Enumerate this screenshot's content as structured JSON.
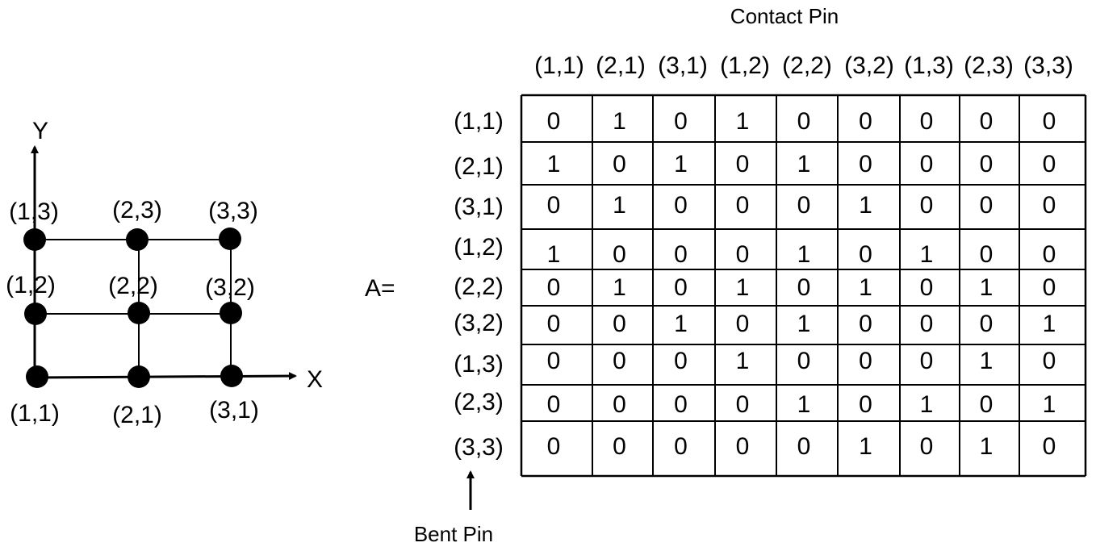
{
  "grid": {
    "y_axis_label": "Y",
    "x_axis_label": "X",
    "nodes": [
      {
        "id": "n11",
        "label": "(1,1)"
      },
      {
        "id": "n21",
        "label": "(2,1)"
      },
      {
        "id": "n31",
        "label": "(3,1)"
      },
      {
        "id": "n12",
        "label": "(1,2)"
      },
      {
        "id": "n22",
        "label": "(2,2)"
      },
      {
        "id": "n32",
        "label": "(3,2)"
      },
      {
        "id": "n13",
        "label": "(1,3)"
      },
      {
        "id": "n23",
        "label": "(2,3)"
      },
      {
        "id": "n33",
        "label": "(3,3)"
      }
    ]
  },
  "matrix": {
    "name_label": "A=",
    "column_header_title": "Contact Pin",
    "row_header_title": "Bent Pin",
    "column_labels": [
      "(1,1)",
      "(2,1)",
      "(3,1)",
      "(1,2)",
      "(2,2)",
      "(3,2)",
      "(1,3)",
      "(2,3)",
      "(3,3)"
    ],
    "row_labels": [
      "(1,1)",
      "(2,1)",
      "(3,1)",
      "(1,2)",
      "(2,2)",
      "(3,2)",
      "(1,3)",
      "(2,3)",
      "(3,3)"
    ],
    "values": [
      [
        "0",
        "1",
        "0",
        "1",
        "0",
        "0",
        "0",
        "0",
        "0"
      ],
      [
        "1",
        "0",
        "1",
        "0",
        "1",
        "0",
        "0",
        "0",
        "0"
      ],
      [
        "0",
        "1",
        "0",
        "0",
        "0",
        "1",
        "0",
        "0",
        "0"
      ],
      [
        "1",
        "0",
        "0",
        "0",
        "1",
        "0",
        "1",
        "0",
        "0"
      ],
      [
        "0",
        "1",
        "0",
        "1",
        "0",
        "1",
        "0",
        "1",
        "0"
      ],
      [
        "0",
        "0",
        "1",
        "0",
        "1",
        "0",
        "0",
        "0",
        "1"
      ],
      [
        "0",
        "0",
        "0",
        "1",
        "0",
        "0",
        "0",
        "1",
        "0"
      ],
      [
        "0",
        "0",
        "0",
        "0",
        "1",
        "0",
        "1",
        "0",
        "1"
      ],
      [
        "0",
        "0",
        "0",
        "0",
        "0",
        "1",
        "0",
        "1",
        "0"
      ]
    ]
  }
}
